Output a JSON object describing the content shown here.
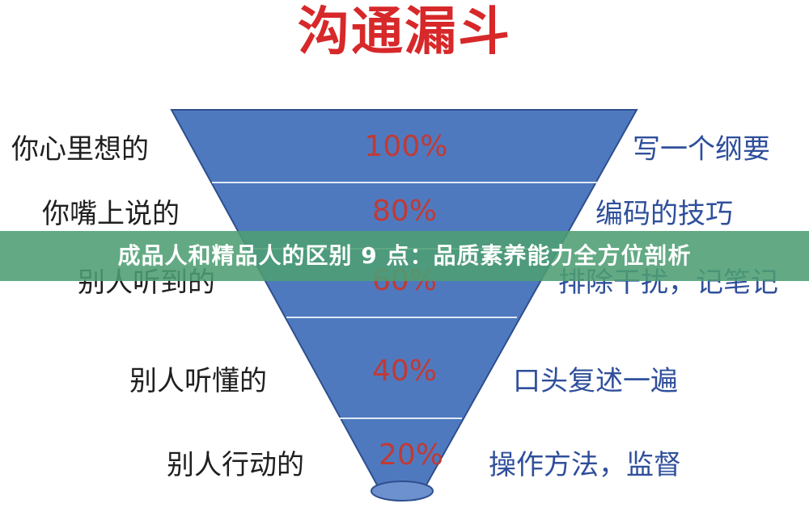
{
  "title": "沟通漏斗",
  "banner_text": "成品人和精品人的区别 9 点：品质素养能力全方位剖析",
  "funnel": {
    "colors": {
      "fill": "#4f79bf",
      "stroke": "#2e4f8d",
      "divider": "#dfe9f7",
      "left_text": "#1f1f1f",
      "right_text": "#2f4f9b",
      "percent_text": "#c13a34",
      "title": "#d7282a",
      "banner": "#4d9e73"
    },
    "rows": [
      {
        "left": "你心里想的",
        "percent": "100%",
        "right": "写一个纲要"
      },
      {
        "left": "你嘴上说的",
        "percent": "80%",
        "right": "编码的技巧"
      },
      {
        "left": "别人听到的",
        "percent": "60%",
        "right": "排除干扰，记笔记"
      },
      {
        "left": "别人听懂的",
        "percent": "40%",
        "right": "口头复述一遍"
      },
      {
        "left": "别人行动的",
        "percent": "20%",
        "right": "操作方法，监督"
      }
    ]
  }
}
